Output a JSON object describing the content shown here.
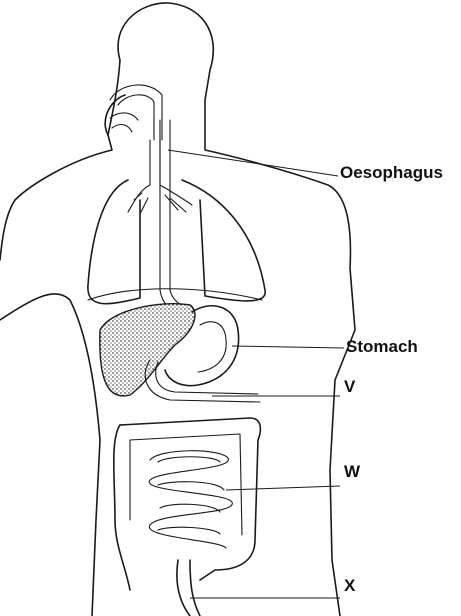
{
  "labels": {
    "oesophagus": "Oesophagus",
    "stomach": "Stomach",
    "v": "V",
    "w": "W",
    "x": "X"
  },
  "colors": {
    "ink": "#1a1a1a",
    "liver_fill": "#9a9a9a",
    "background": "#ffffff"
  }
}
